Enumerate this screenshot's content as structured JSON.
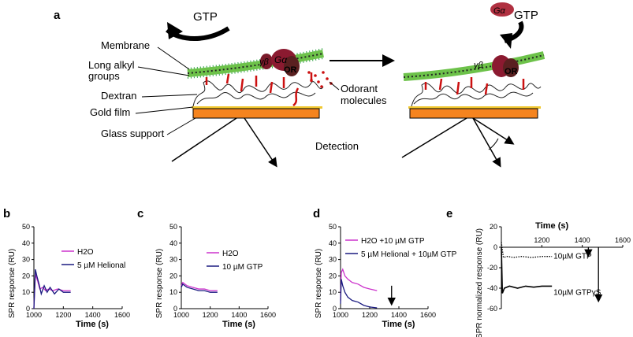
{
  "schematic": {
    "panel_label": "a",
    "gtp": "GTP",
    "galpha_gtp": {
      "galpha": "Gα",
      "gtp": "GTP"
    },
    "membrane": "Membrane",
    "long_alkyl": [
      "Long alkyl",
      "groups"
    ],
    "dextran": "Dextran",
    "gold_film": "Gold film",
    "glass_support": "Glass support",
    "odorant": [
      "Odorant",
      "molecules"
    ],
    "detection": "Detection",
    "protein_labels": {
      "gamma_beta": "γβ",
      "galpha": "Gα",
      "or": "OR"
    },
    "colors": {
      "gold": "#f0c830",
      "glass": "#f5841f",
      "membrane": "#6dc24a",
      "dextran_red": "#cc1010",
      "protein": "#7a1a2a",
      "galpha_ellipse": "#b03040"
    }
  },
  "chart_data": [
    {
      "panel": "b",
      "type": "line",
      "ylabel": "SPR response (RU)",
      "xlabel": "Time (s)",
      "xlim": [
        1000,
        1600
      ],
      "ylim": [
        0,
        50
      ],
      "xticks": [
        "1000",
        "1200",
        "1400",
        "1600"
      ],
      "yticks": [
        "0",
        "10",
        "20",
        "30",
        "40",
        "50"
      ],
      "series": [
        {
          "name": "H2O",
          "color": "#cc33cc",
          "x": [
            1000,
            1010,
            1025,
            1040,
            1060,
            1080,
            1100,
            1130,
            1160,
            1200,
            1250
          ],
          "y": [
            0,
            21,
            17,
            12,
            13,
            11,
            12,
            11,
            12,
            11,
            11
          ]
        },
        {
          "name": "5 µM Helional",
          "color": "#1a1a80",
          "x": [
            1000,
            1010,
            1020,
            1035,
            1050,
            1070,
            1090,
            1110,
            1140,
            1170,
            1200,
            1250
          ],
          "y": [
            0,
            24,
            20,
            15,
            9,
            14,
            10,
            13,
            9,
            12,
            10,
            10
          ]
        }
      ]
    },
    {
      "panel": "c",
      "type": "line",
      "ylabel": "SPR response (RU)",
      "xlabel": "Time (s)",
      "xlim": [
        1000,
        1600
      ],
      "ylim": [
        0,
        50
      ],
      "xticks": [
        "1000",
        "1200",
        "1400",
        "1600"
      ],
      "yticks": [
        "0",
        "10",
        "20",
        "30",
        "40",
        "50"
      ],
      "series": [
        {
          "name": "H2O",
          "color": "#cc33cc",
          "x": [
            1000,
            1010,
            1040,
            1080,
            1120,
            1160,
            1200,
            1250
          ],
          "y": [
            14,
            16,
            14,
            13,
            12,
            12,
            11,
            11
          ]
        },
        {
          "name": "10 µM GTP",
          "color": "#1a1a80",
          "x": [
            1000,
            1010,
            1040,
            1080,
            1120,
            1160,
            1200,
            1250
          ],
          "y": [
            13,
            15,
            13,
            12,
            11,
            11,
            10,
            10
          ]
        }
      ]
    },
    {
      "panel": "d",
      "type": "line",
      "ylabel": "SPR response (RU)",
      "xlabel": "Time (s)",
      "xlim": [
        1000,
        1600
      ],
      "ylim": [
        0,
        50
      ],
      "xticks": [
        "1000",
        "1200",
        "1400",
        "1600"
      ],
      "yticks": [
        "0",
        "10",
        "20",
        "30",
        "40",
        "50"
      ],
      "series": [
        {
          "name": "H2O +10 µM GTP",
          "color": "#cc33cc",
          "x": [
            1000,
            1005,
            1015,
            1030,
            1050,
            1080,
            1120,
            1160,
            1200,
            1250
          ],
          "y": [
            5,
            22,
            24,
            20,
            18,
            16,
            15,
            13,
            12,
            11
          ]
        },
        {
          "name": "5 µM Helional + 10µM GTP",
          "color": "#1a1a80",
          "x": [
            1000,
            1005,
            1015,
            1030,
            1050,
            1080,
            1120,
            1160,
            1200,
            1250
          ],
          "y": [
            3,
            18,
            14,
            10,
            7,
            5,
            4,
            2,
            1,
            0.5
          ]
        }
      ],
      "annotation_arrow_x": 1350
    },
    {
      "panel": "e",
      "type": "line",
      "ylabel": "SPR normalized response (RU)",
      "xlabel": "Time (s)",
      "xlim": [
        1000,
        1600
      ],
      "ylim": [
        -60,
        20
      ],
      "xticks": [
        "1200",
        "1400",
        "1600"
      ],
      "yticks": [
        "20",
        "0",
        "-20",
        "-40",
        "-60"
      ],
      "series": [
        {
          "name": "10µM GTP",
          "color": "#000000",
          "dotted": true,
          "x": [
            1000,
            1010,
            1030,
            1060,
            1100,
            1150,
            1200,
            1250
          ],
          "y": [
            5,
            -10,
            -9,
            -10,
            -9,
            -10,
            -9,
            -9
          ]
        },
        {
          "name": "10µM GTPγS",
          "color": "#000000",
          "x": [
            1000,
            1005,
            1015,
            1040,
            1080,
            1120,
            1160,
            1200,
            1250
          ],
          "y": [
            0,
            -45,
            -40,
            -38,
            -40,
            -38,
            -39,
            -38,
            -38
          ]
        }
      ],
      "arrows_x": [
        1430,
        1480
      ]
    }
  ]
}
